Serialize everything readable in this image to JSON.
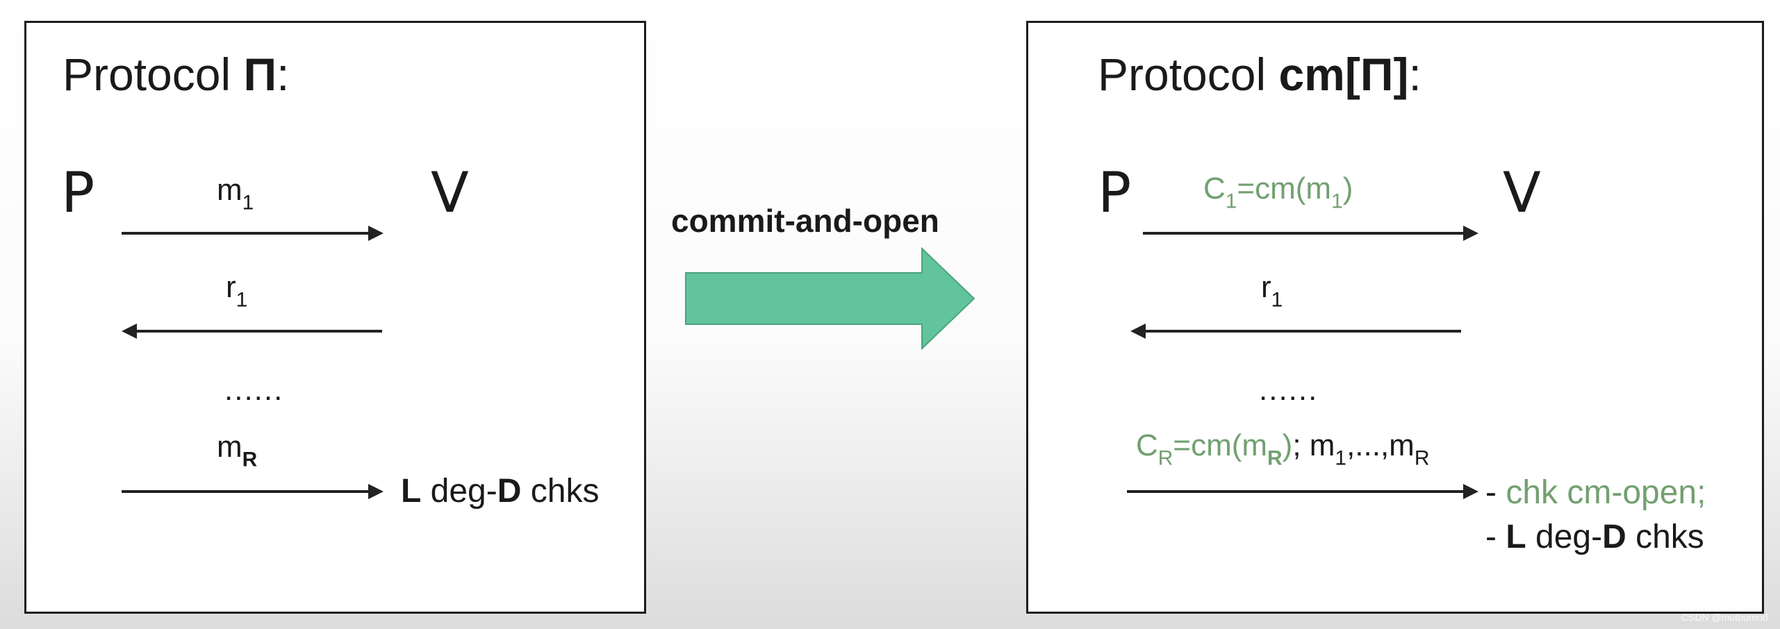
{
  "left": {
    "title_prefix": "Protocol ",
    "title_symbol": "Π",
    "title_suffix": ":",
    "prover": "P",
    "verifier": "V",
    "msg1": {
      "base": "m",
      "sub": "1"
    },
    "resp1": {
      "base": "r",
      "sub": "1"
    },
    "dots": "......",
    "msgR": {
      "base": "m",
      "sub": "R"
    },
    "check": {
      "L": "L",
      "mid": " deg-",
      "D": "D",
      "end": " chks"
    }
  },
  "center": {
    "label": "commit-and-open",
    "arrow_color": "#62c49c"
  },
  "right": {
    "title_prefix": "Protocol ",
    "title_symbol": "cm[Π]",
    "title_suffix": ":",
    "prover": "P",
    "verifier": "V",
    "commit1": {
      "c": "C",
      "c_sub": "1",
      "eq": "=cm(m",
      "m_sub": "1",
      "close": ")"
    },
    "resp1": {
      "base": "r",
      "sub": "1"
    },
    "dots": "......",
    "commitR": {
      "c": "C",
      "c_sub": "R",
      "eq": "=cm(m",
      "m_sub": "R",
      "close": ")",
      "rest_a": "; m",
      "rest_sub1": "1",
      "rest_b": ",...,m",
      "rest_subR": "R"
    },
    "check1": {
      "dash": "- ",
      "text": "chk cm-open;"
    },
    "check2": {
      "dash": "- ",
      "L": "L",
      "mid": " deg-",
      "D": "D",
      "end": " chks"
    }
  },
  "colors": {
    "commit_green": "#72a070",
    "arrow_green": "#62c49c"
  },
  "watermark": "CSDN @mutourend"
}
